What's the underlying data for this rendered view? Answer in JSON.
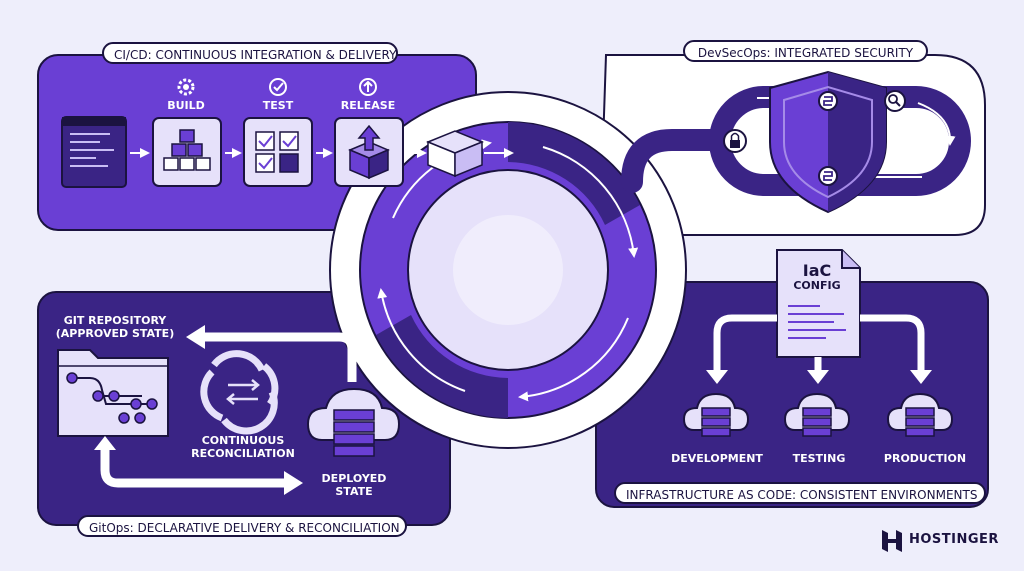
{
  "colors": {
    "primary": "#6a3fd4",
    "dark": "#3a2485",
    "navy": "#1b1340",
    "light": "#e6e1fa",
    "bg": "#eeeefb"
  },
  "sections": {
    "cicd": {
      "title": "CI/CD: CONTINUOUS INTEGRATION & DELIVERY",
      "stages": [
        "BUILD",
        "TEST",
        "RELEASE"
      ]
    },
    "devsecops": {
      "title": "DevSecOps: INTEGRATED SECURITY"
    },
    "iac": {
      "title": "INFRASTRUCTURE AS CODE: CONSISTENT ENVIRONMENTS",
      "config_line1": "IaC",
      "config_line2": "CONFIG",
      "environments": [
        "DEVELOPMENT",
        "TESTING",
        "PRODUCTION"
      ]
    },
    "gitops": {
      "title": "GitOps: DECLARATIVE DELIVERY & RECONCILIATION",
      "repo_line1": "GIT REPOSITORY",
      "repo_line2": "(APPROVED STATE)",
      "recon_line1": "CONTINUOUS",
      "recon_line2": "RECONCILIATION",
      "deployed_line1": "DEPLOYED",
      "deployed_line2": "STATE"
    }
  },
  "brand": {
    "name": "HOSTINGER"
  }
}
